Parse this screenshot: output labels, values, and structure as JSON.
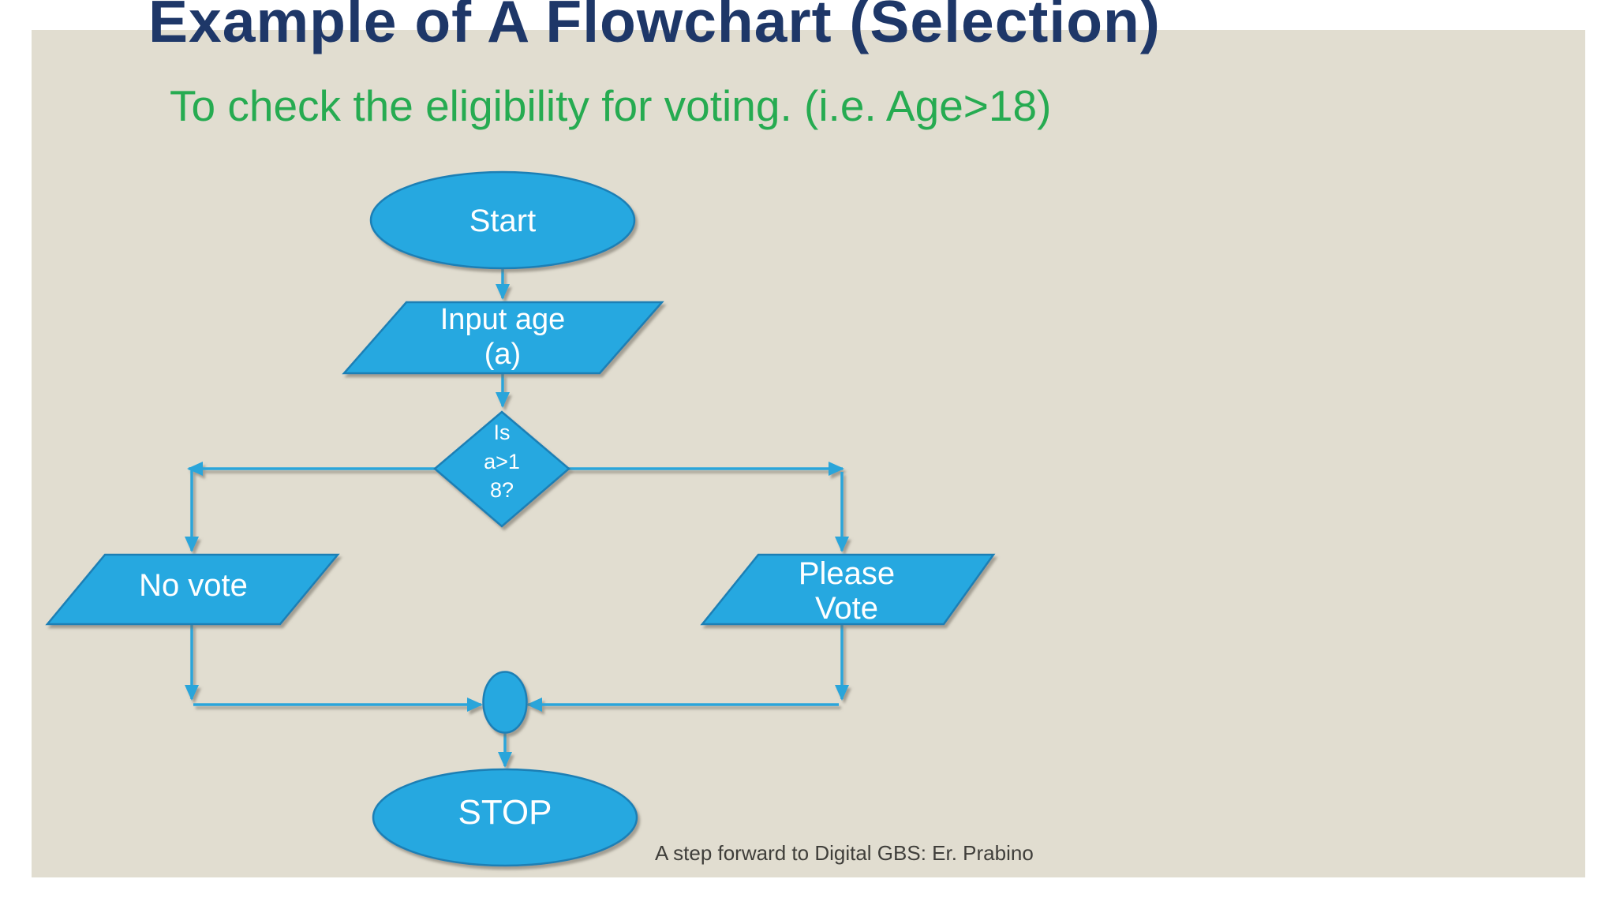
{
  "slide": {
    "title": "Example of A Flowchart (Selection)",
    "subtitle": "To check the eligibility for voting. (i.e. Age>18)",
    "footer": "A step forward to Digital GBS: Er. Prabino"
  },
  "colors": {
    "page_background": "#ffffff",
    "slide_background": "#e1ddd0",
    "shape_fill": "#25a8e0",
    "shape_border": "#1d7fb5",
    "connector_blue": "#2ba5da",
    "title_navy": "#1e3768",
    "subtitle_green": "#26ab51",
    "footer_gray": "#3f3e3a",
    "node_text": "#ffffff"
  },
  "flowchart": {
    "nodes": {
      "start": {
        "type": "terminator-ellipse",
        "label": "Start"
      },
      "input": {
        "type": "io-parallelogram",
        "lines": [
          "Input age",
          "(a)"
        ],
        "full_text": "Input age (a)"
      },
      "decision": {
        "type": "decision-diamond",
        "lines": [
          "Is",
          "a>1",
          "8?"
        ],
        "full_text": "Is a>18?"
      },
      "no_vote": {
        "type": "io-parallelogram",
        "label": "No vote"
      },
      "please_vote": {
        "type": "io-parallelogram",
        "lines": [
          "Please",
          "Vote"
        ],
        "full_text": "Please Vote"
      },
      "junction": {
        "type": "connector-ellipse",
        "label": ""
      },
      "stop": {
        "type": "terminator-ellipse",
        "label": "STOP"
      }
    },
    "edges": [
      {
        "from": "start",
        "to": "input"
      },
      {
        "from": "input",
        "to": "decision"
      },
      {
        "from": "decision",
        "to": "no_vote"
      },
      {
        "from": "decision",
        "to": "please_vote"
      },
      {
        "from": "no_vote",
        "to": "junction"
      },
      {
        "from": "please_vote",
        "to": "junction"
      },
      {
        "from": "junction",
        "to": "stop"
      }
    ]
  }
}
